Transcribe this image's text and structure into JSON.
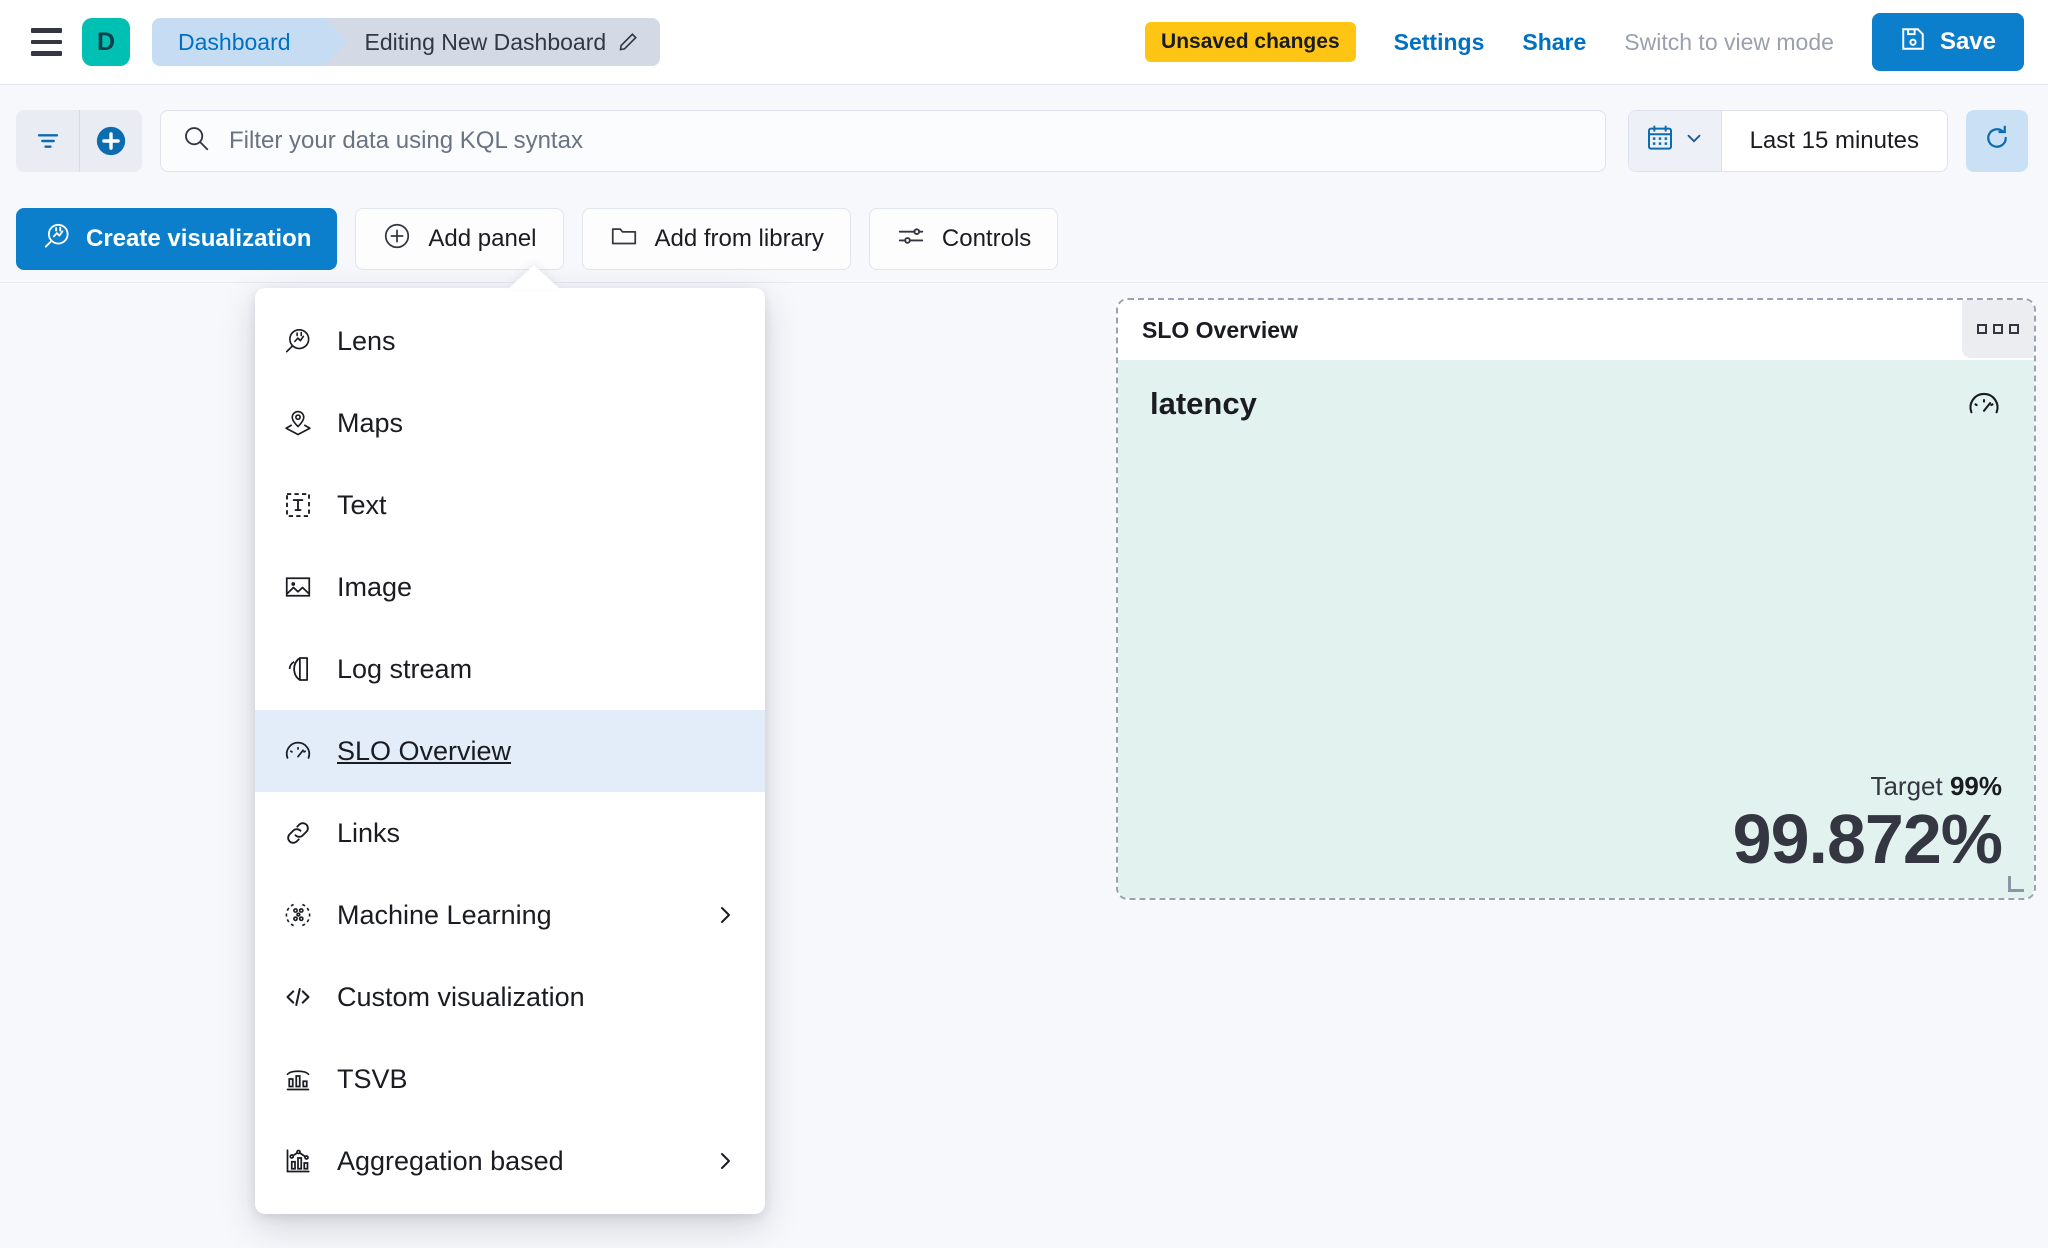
{
  "header": {
    "menu_icon": "hamburger-menu-icon",
    "app_badge_letter": "D",
    "breadcrumbs": [
      {
        "label": "Dashboard"
      },
      {
        "label": "Editing New Dashboard",
        "icon": "pencil-icon"
      }
    ],
    "unsaved_badge": "Unsaved changes",
    "settings_link": "Settings",
    "share_link": "Share",
    "view_mode_link": "Switch to view mode",
    "save_button": "Save",
    "save_icon": "save-disk-icon",
    "accent_blue": "#0B7FCC",
    "badge_yellow": "#FEC514",
    "app_badge_green": "#00BFB3"
  },
  "querybar": {
    "filter_icon": "filter-icon",
    "add_filter_icon": "add-circle-icon",
    "search_icon": "search-icon",
    "placeholder": "Filter your data using KQL syntax",
    "value": "",
    "calendar_icon": "calendar-icon",
    "chevron_icon": "chevron-down-icon",
    "time_range": "Last 15 minutes",
    "refresh_icon": "refresh-icon"
  },
  "toolbar": {
    "create_visualization": "Create visualization",
    "create_visualization_icon": "lens-icon",
    "add_panel": "Add panel",
    "add_panel_icon": "plus-circle-icon",
    "add_from_library": "Add from library",
    "add_from_library_icon": "folder-icon",
    "controls": "Controls",
    "controls_icon": "controls-sliders-icon"
  },
  "add_panel_menu": {
    "open": true,
    "items": [
      {
        "label": "Lens",
        "icon": "lens-icon",
        "has_submenu": false,
        "selected": false
      },
      {
        "label": "Maps",
        "icon": "map-marker-icon",
        "has_submenu": false,
        "selected": false
      },
      {
        "label": "Text",
        "icon": "text-box-icon",
        "has_submenu": false,
        "selected": false
      },
      {
        "label": "Image",
        "icon": "image-icon",
        "has_submenu": false,
        "selected": false
      },
      {
        "label": "Log stream",
        "icon": "log-stream-icon",
        "has_submenu": false,
        "selected": false
      },
      {
        "label": "SLO Overview",
        "icon": "gauge-icon",
        "has_submenu": false,
        "selected": true
      },
      {
        "label": "Links",
        "icon": "link-icon",
        "has_submenu": false,
        "selected": false
      },
      {
        "label": "Machine Learning",
        "icon": "ml-icon",
        "has_submenu": true,
        "selected": false
      },
      {
        "label": "Custom visualization",
        "icon": "code-icon",
        "has_submenu": false,
        "selected": false
      },
      {
        "label": "TSVB",
        "icon": "tsvb-icon",
        "has_submenu": false,
        "selected": false
      },
      {
        "label": "Aggregation based",
        "icon": "agg-chart-icon",
        "has_submenu": true,
        "selected": false
      }
    ],
    "highlight_color": "#E3EDF9"
  },
  "slo_panel": {
    "title": "SLO Overview",
    "context_menu_icon": "grid-dots-icon",
    "metric_name": "latency",
    "gauge_icon": "gauge-icon",
    "target_label": "Target",
    "target_value": "99%",
    "sli_value": "99.872%",
    "background_color": "#E2F2EF",
    "resize_handle_icon": "resize-corner-icon"
  }
}
